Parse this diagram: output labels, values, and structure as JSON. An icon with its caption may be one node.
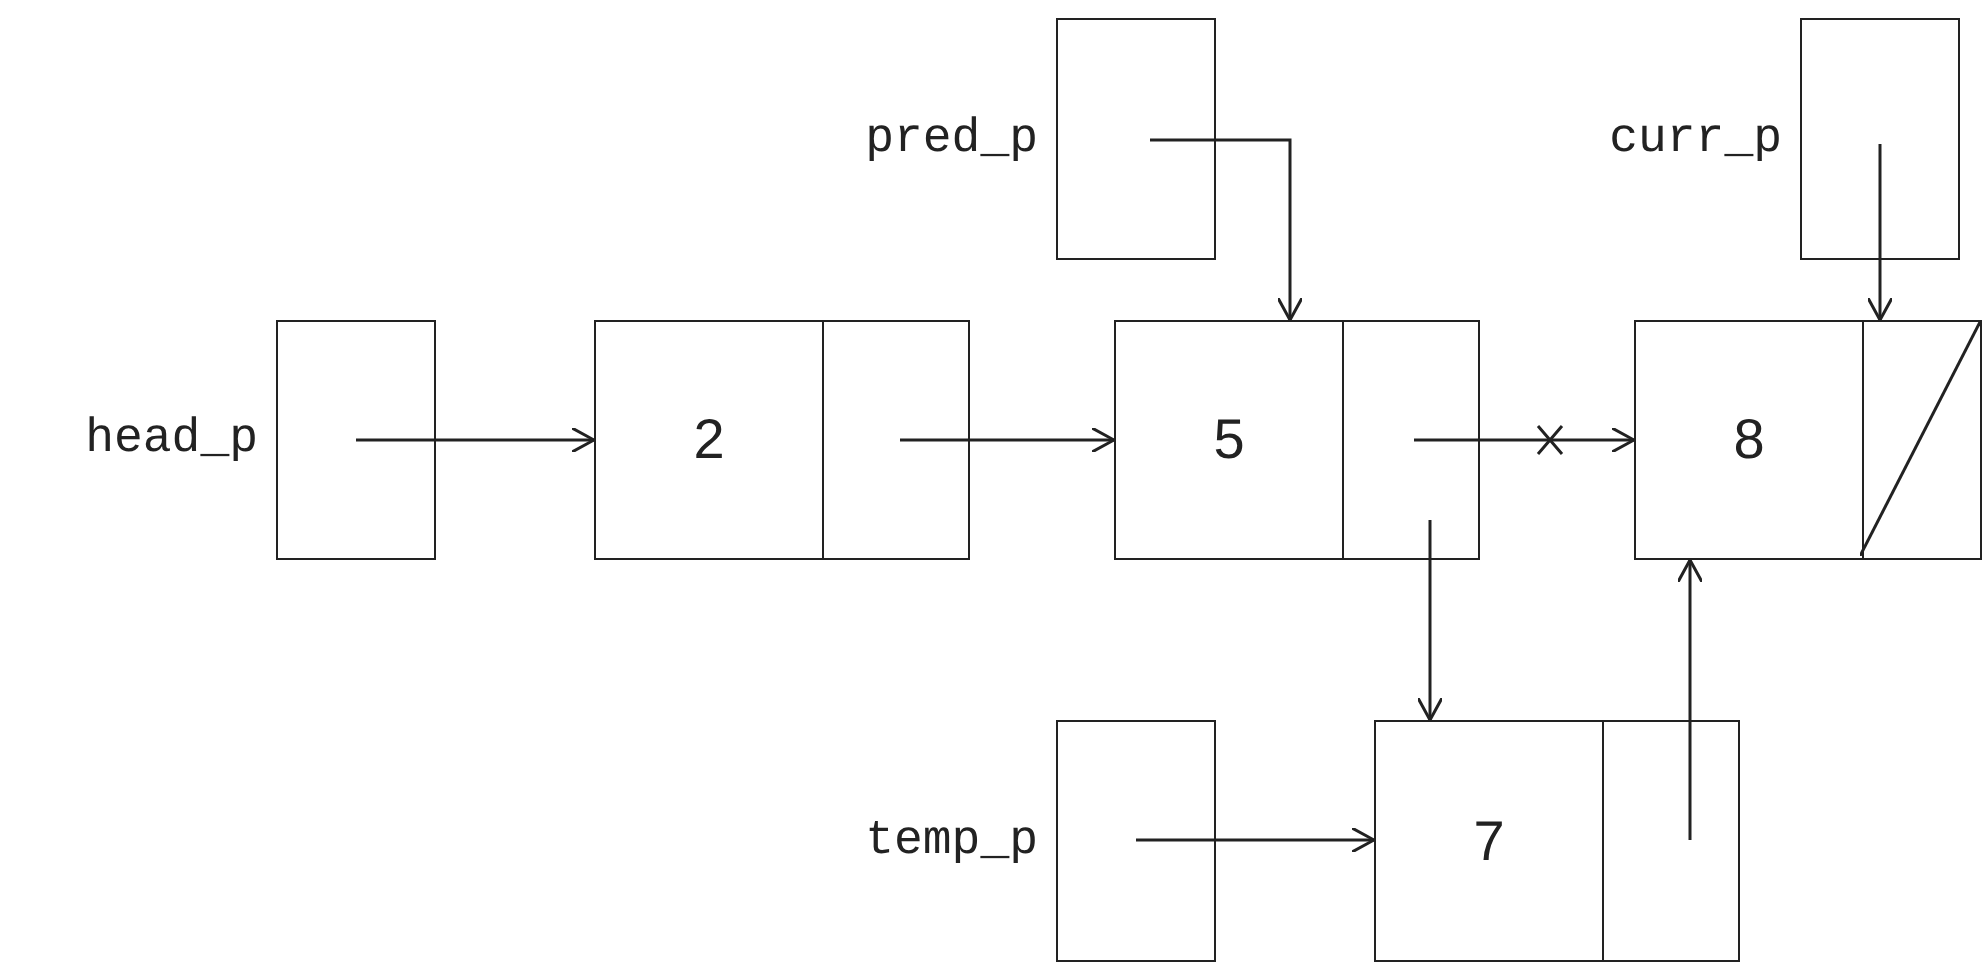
{
  "diagram": {
    "nodes": [
      {
        "text": [
          "pred_p"
        ]
      },
      {
        "text": [
          "curr_p"
        ]
      },
      {
        "text": [
          "head_p"
        ]
      },
      {
        "text": [
          "2"
        ]
      },
      {
        "text": [
          "5"
        ]
      },
      {
        "text": [
          "8"
        ]
      },
      {
        "text": [
          "temp_p"
        ]
      },
      {
        "text": [
          "7"
        ]
      }
    ],
    "edges": [
      {
        "from": 2,
        "to": 3,
        "arrow": "to"
      },
      {
        "from": 3,
        "to": 4,
        "arrow": "to"
      },
      {
        "from": 4,
        "to": 5,
        "arrow": "to"
      },
      {
        "from": 0,
        "to": 4,
        "arrow": "to"
      },
      {
        "from": 1,
        "to": 5,
        "arrow": "to"
      },
      {
        "from": 4,
        "to": 7,
        "arrow": "to"
      },
      {
        "from": 6,
        "to": 7,
        "arrow": "to"
      },
      {
        "from": 7,
        "to": 5,
        "arrow": "to"
      }
    ]
  }
}
